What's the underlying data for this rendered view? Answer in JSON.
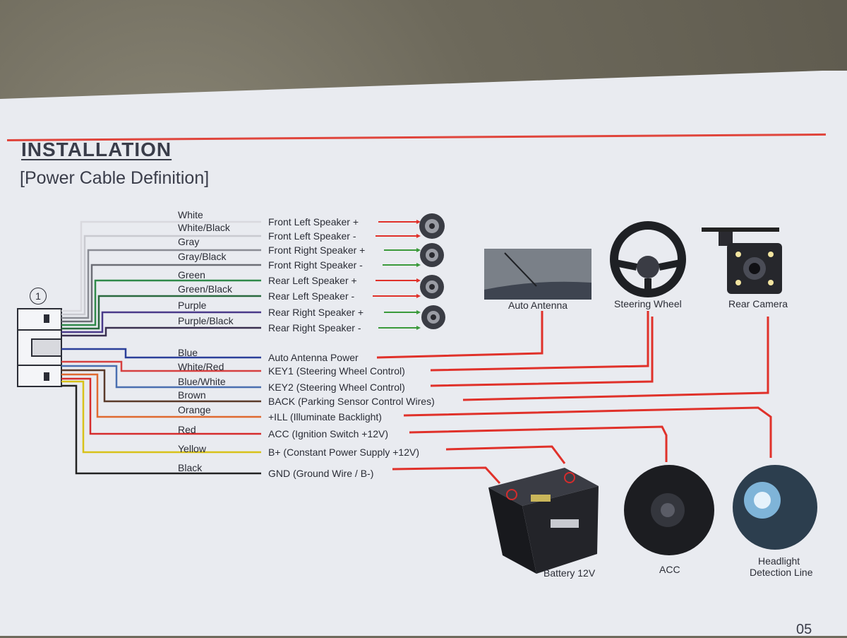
{
  "header": {
    "title": "INSTALLATION",
    "subtitle": "[Power Cable Definition]"
  },
  "connector": {
    "number": "1"
  },
  "wires": [
    {
      "color_name": "White",
      "function": "Front Left Speaker +",
      "stroke": "#d9d9de"
    },
    {
      "color_name": "White/Black",
      "function": "Front Left Speaker -",
      "stroke": "#c9cad0"
    },
    {
      "color_name": "Gray",
      "function": "Front Right Speaker +",
      "stroke": "#8a8c94"
    },
    {
      "color_name": "Gray/Black",
      "function": "Front Right Speaker -",
      "stroke": "#6c6e76"
    },
    {
      "color_name": "Green",
      "function": "Rear Left Speaker +",
      "stroke": "#2f8a4a"
    },
    {
      "color_name": "Green/Black",
      "function": "Rear Left Speaker -",
      "stroke": "#2a6a3e"
    },
    {
      "color_name": "Purple",
      "function": "Rear Right Speaker +",
      "stroke": "#4a3a8a"
    },
    {
      "color_name": "Purple/Black",
      "function": "Rear Right Speaker -",
      "stroke": "#3a3050"
    },
    {
      "color_name": "Blue",
      "function": "Auto  Antenna Power",
      "stroke": "#2b3f9a"
    },
    {
      "color_name": "White/Red",
      "function": "KEY1 (Steering Wheel Control)",
      "stroke": "#d64040"
    },
    {
      "color_name": "Blue/White",
      "function": "KEY2 (Steering Wheel Control)",
      "stroke": "#4a6fb0"
    },
    {
      "color_name": "Brown",
      "function": "BACK (Parking Sensor Control Wires)",
      "stroke": "#5a3a2a"
    },
    {
      "color_name": "Orange",
      "function": "+ILL (Illuminate Backlight)",
      "stroke": "#e06a30"
    },
    {
      "color_name": "Red",
      "function": "ACC (Ignition Switch +12V)",
      "stroke": "#d62c2c"
    },
    {
      "color_name": "Yellow",
      "function": "B+ (Constant Power Supply +12V)",
      "stroke": "#d8c21a"
    },
    {
      "color_name": "Black",
      "function": "GND (Ground Wire / B-)",
      "stroke": "#222222"
    }
  ],
  "devices": {
    "auto_antenna": "Auto Antenna",
    "steering_wheel": "Steering Wheel",
    "rear_camera": "Rear Camera",
    "battery": "Battery 12V",
    "acc": "ACC",
    "headlight_line1": "Headlight",
    "headlight_line2": "Detection Line"
  },
  "colors": {
    "accent_red": "#e0453c",
    "arrow_red": "#e0312a",
    "arrow_green": "#3b9a3b"
  },
  "page_number": "05"
}
